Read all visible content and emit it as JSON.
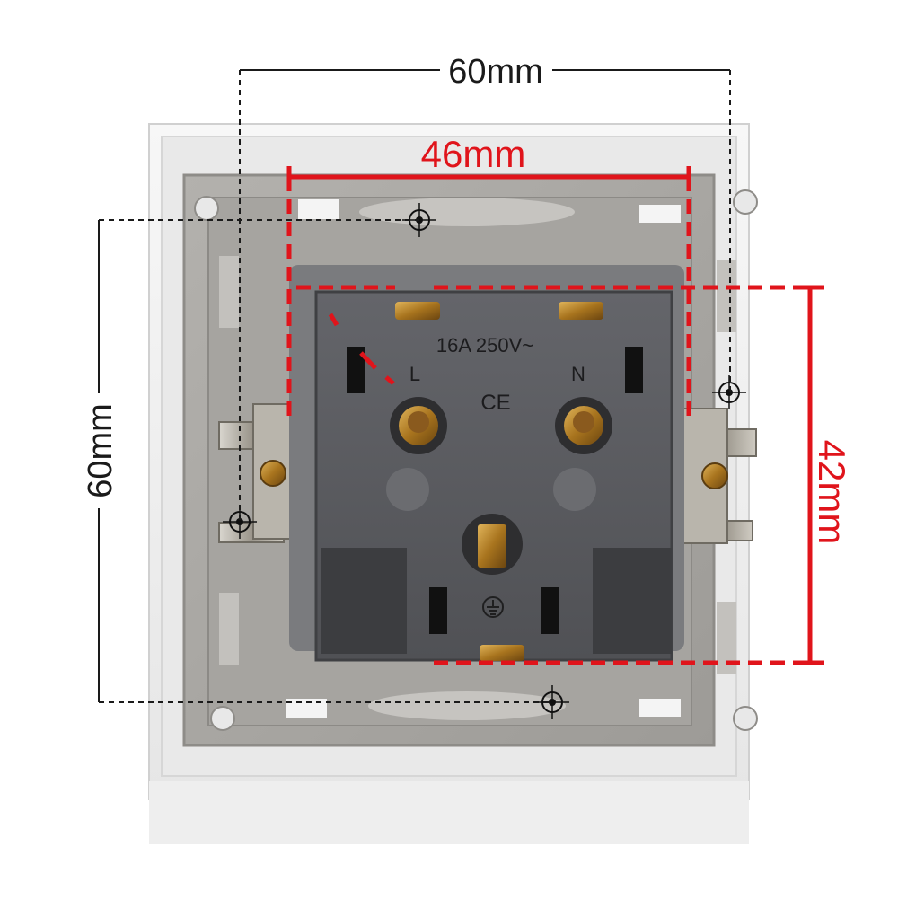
{
  "dimensions": {
    "outer_width": "60mm",
    "outer_height": "60mm",
    "inner_width": "46mm",
    "inner_height": "42mm"
  },
  "socket": {
    "rating": "16A 250V~",
    "live": "L",
    "neutral": "N",
    "mark": "CE"
  },
  "colors": {
    "accent_red": "#e0141b",
    "dim_black": "#1a1a1a",
    "plate_white": "#f2f2f2",
    "frame_gray": "#a9a7a3",
    "core_dark": "#5a5b5d",
    "brass": "#b8862b"
  }
}
